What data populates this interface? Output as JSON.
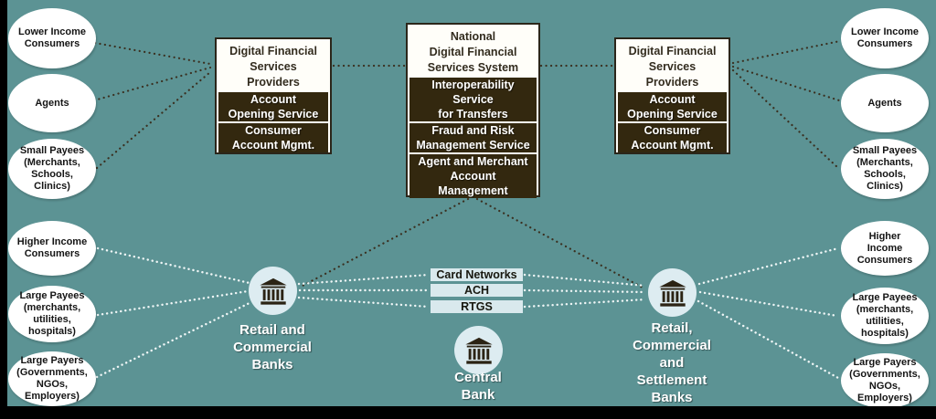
{
  "colors": {
    "background": "#5c9394",
    "frame": "#000000",
    "node_box_fill": "#fffef9",
    "node_box_border": "#2b261a",
    "service_box_fill": "#33280f",
    "service_text": "#ffffff",
    "rail_fill": "#d9e9ed",
    "bank_circle_fill": "#ddecf1",
    "bank_icon": "#2b2314",
    "connector_dark": "#3a3020",
    "connector_light": "#eff6f6"
  },
  "nodes": {
    "ndfss": {
      "title": "National\nDigital Financial\nServices System",
      "services": [
        "Interoperability\nService\nfor Transfers",
        "Fraud and Risk\nManagement Service",
        "Agent and Merchant\nAccount\nManagement"
      ]
    },
    "dfsp_left": {
      "title": "Digital Financial\nServices\nProviders",
      "services": [
        "Account\nOpening Service",
        "Consumer\nAccount Mgmt."
      ]
    },
    "dfsp_right": {
      "title": "Digital Financial\nServices\nProviders",
      "services": [
        "Account\nOpening Service",
        "Consumer\nAccount Mgmt."
      ]
    },
    "rails": [
      "Card Networks",
      "ACH",
      "RTGS"
    ],
    "banks": {
      "left": "Retail and\nCommercial\nBanks",
      "center": "Central\nBank",
      "right": "Retail,\nCommercial\nand\nSettlement\nBanks"
    },
    "ellipses": {
      "top_left": [
        "Lower Income\nConsumers",
        "Agents",
        "Small Payees\n(Merchants,\nSchools,\nClinics)"
      ],
      "bottom_left": [
        "Higher Income\nConsumers",
        "Large Payees\n(merchants,\nutilities,\nhospitals)",
        "Large Payers\n(Governments,\nNGOs,\nEmployers)"
      ],
      "top_right": [
        "Lower Income\nConsumers",
        "Agents",
        "Small Payees\n(Merchants,\nSchools,\nClinics)"
      ],
      "bottom_right": [
        "Higher\nIncome\nConsumers",
        "Large Payees\n(merchants,\nutilities,\nhospitals)",
        "Large Payers\n(Governments,\nNGOs,\nEmployers)"
      ]
    }
  }
}
